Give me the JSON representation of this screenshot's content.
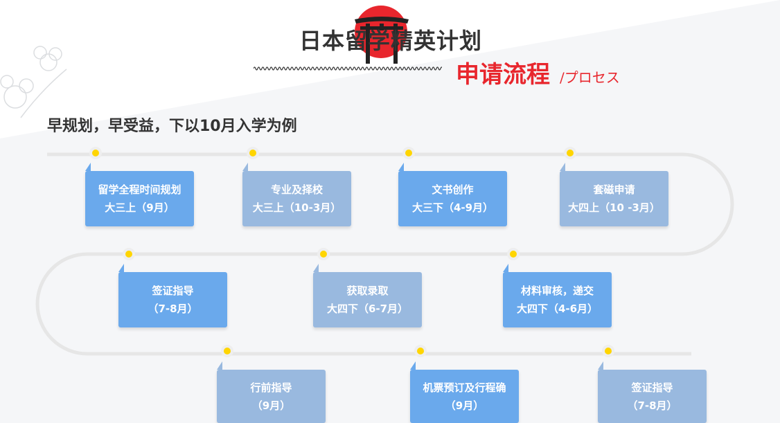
{
  "header": {
    "title": "日本留学精英计划",
    "subtitle": "申请流程",
    "subtitle_en": "/プロセス"
  },
  "intro": "早规划，早受益，下以10月入学为例",
  "colors": {
    "accent_red": "#e8262d",
    "card_blue": "#6aa9ec",
    "card_grey": "#99b9df",
    "dot": "#ffd500"
  },
  "steps": [
    {
      "line1": "留学全程时间规划",
      "line2": "大三上（9月）"
    },
    {
      "line1": "专业及择校",
      "line2": "大三上（10-3月）"
    },
    {
      "line1": "文书创作",
      "line2": "大三下（4-9月）"
    },
    {
      "line1": "套磁申请",
      "line2": "大四上（10 -3月）"
    },
    {
      "line1": "签证指导",
      "line2": "（7-8月）"
    },
    {
      "line1": "获取录取",
      "line2": "大四下（6-7月）"
    },
    {
      "line1": "材料审核，递交",
      "line2": "大四下（4-6月）"
    },
    {
      "line1": "行前指导",
      "line2": "（9月）"
    },
    {
      "line1": "机票预订及行程确",
      "line2": "（9月）"
    },
    {
      "line1": "签证指导",
      "line2": "（7-8月）"
    }
  ]
}
